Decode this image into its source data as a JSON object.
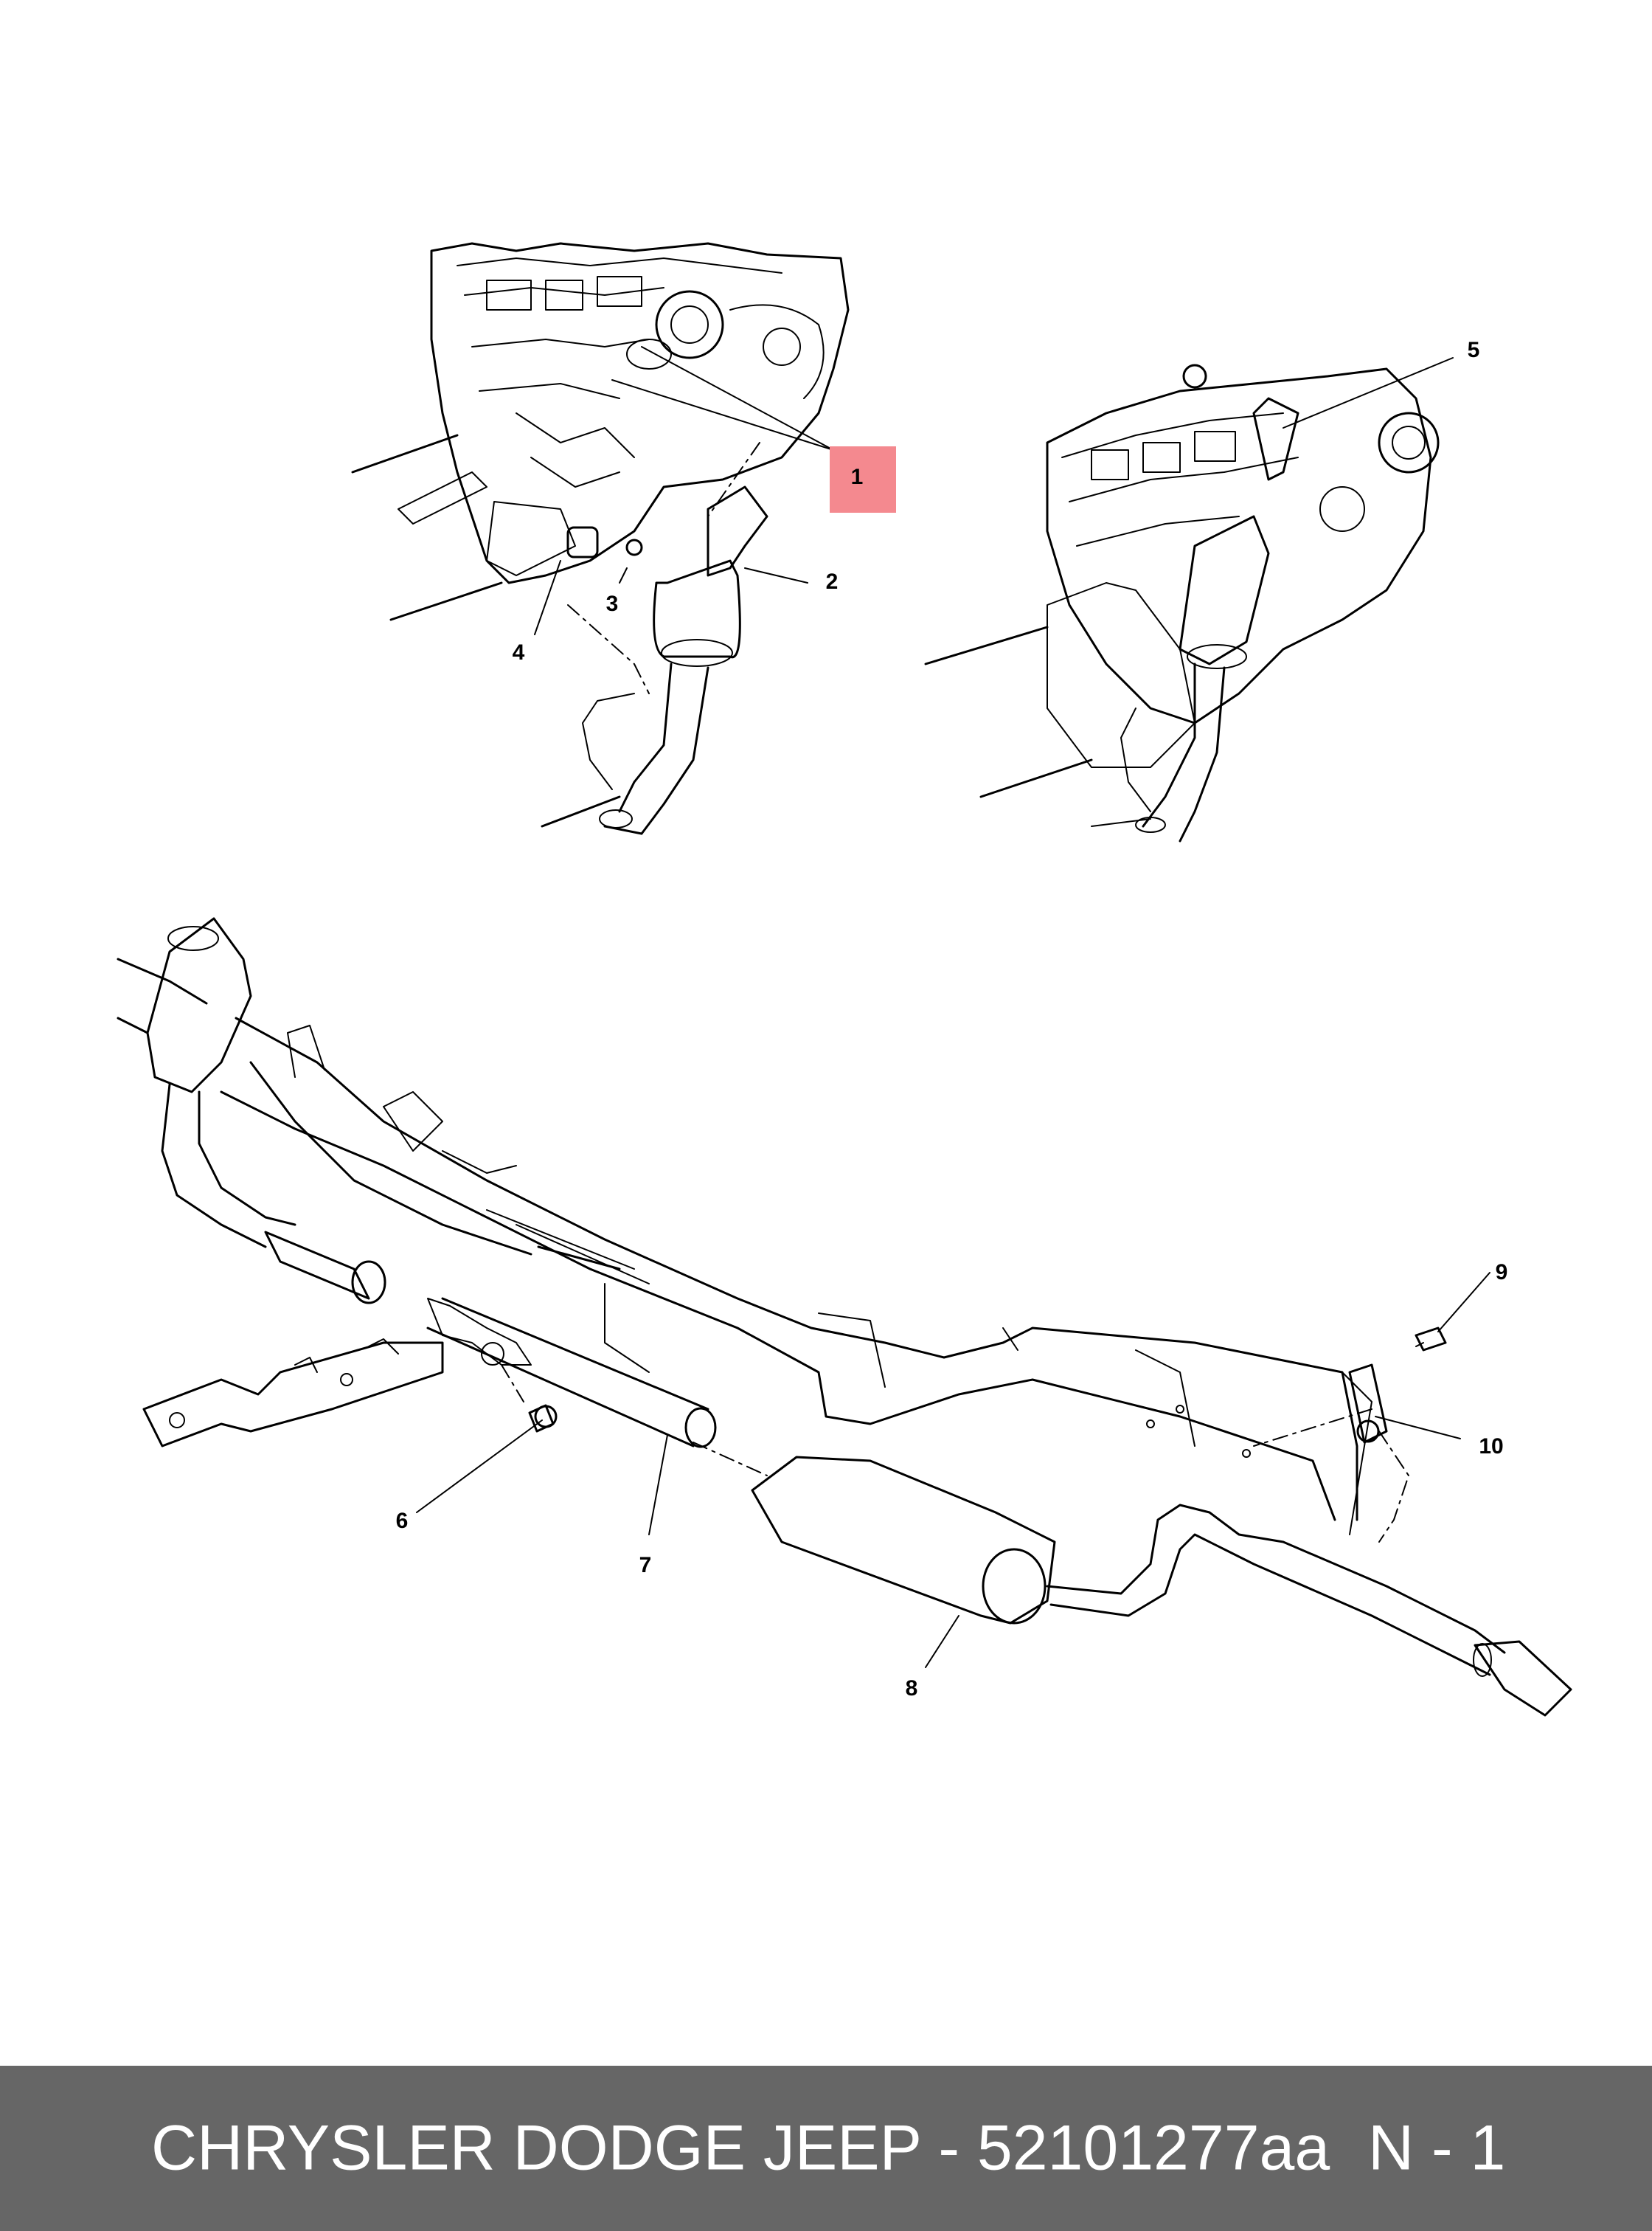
{
  "diagram": {
    "callouts": [
      {
        "id": "1",
        "label": "1",
        "highlighted": true
      },
      {
        "id": "2",
        "label": "2"
      },
      {
        "id": "3",
        "label": "3"
      },
      {
        "id": "4",
        "label": "4"
      },
      {
        "id": "5",
        "label": "5"
      },
      {
        "id": "6",
        "label": "6"
      },
      {
        "id": "7",
        "label": "7"
      },
      {
        "id": "8",
        "label": "8"
      },
      {
        "id": "9",
        "label": "9"
      },
      {
        "id": "10",
        "label": "10"
      }
    ],
    "colors": {
      "line": "#000000",
      "highlight": "#f4898f",
      "background": "#ffffff"
    }
  },
  "footer": {
    "text": "CHRYSLER DODGE JEEP - 52101277aa",
    "page": "N - 1",
    "background": "#666666",
    "color": "#ffffff"
  }
}
